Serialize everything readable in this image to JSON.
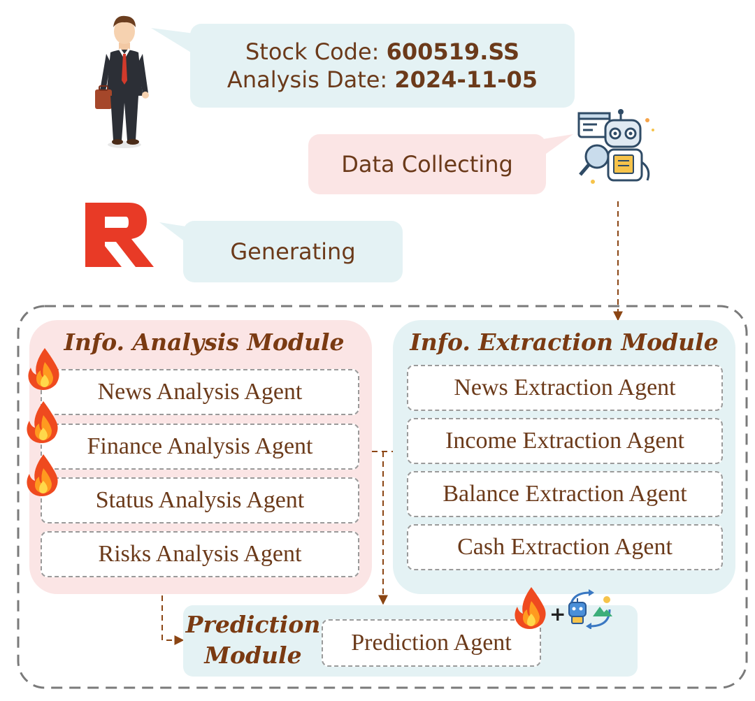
{
  "request": {
    "stock_code_label": "Stock Code: ",
    "stock_code_value": "600519.SS",
    "date_label": "Analysis Date: ",
    "date_value": "2024-11-05"
  },
  "data_collecting": "Data Collecting",
  "generating": "Generating",
  "analysis_module": {
    "title": "Info. Analysis Module",
    "agents": [
      "News Analysis Agent",
      "Finance Analysis Agent",
      "Status Analysis Agent",
      "Risks Analysis Agent"
    ]
  },
  "extraction_module": {
    "title": "Info. Extraction Module",
    "agents": [
      "News Extraction Agent",
      "Income Extraction Agent",
      "Balance Extraction Agent",
      "Cash Extraction Agent"
    ]
  },
  "prediction_module": {
    "title_line1": "Prediction",
    "title_line2": "Module",
    "agent": "Prediction Agent",
    "plus": "+"
  },
  "icons": [
    "businessman-icon",
    "robot-collector-icon",
    "r-logo-icon",
    "fire-icon",
    "robot-refresh-icon"
  ],
  "colors": {
    "text": "#6b3a1a",
    "blue_bg": "#e4f2f4",
    "pink_bg": "#fbe5e5",
    "arrow": "#8b4513"
  }
}
